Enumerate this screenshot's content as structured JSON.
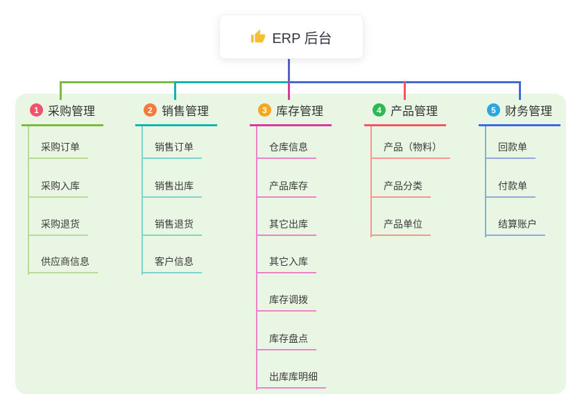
{
  "root": {
    "icon": "thumbs-up-icon",
    "label": "ERP 后台"
  },
  "colors": {
    "page_bg": "#ffffff",
    "panel_bg": "#e9f6e3",
    "card_bg": "#ffffff",
    "text": "#333333",
    "root_connector": "#5560c8",
    "bus_blue": "#4468d2",
    "thumb_yellow": "#f5bf33"
  },
  "branches": [
    {
      "badge": "1",
      "badge_color": "#f4516c",
      "title": "采购管理",
      "line_color": "#7cb93f",
      "child_line_color": "#b7da94",
      "children": [
        "采购订单",
        "采购入库",
        "采购退货",
        "供应商信息"
      ]
    },
    {
      "badge": "2",
      "badge_color": "#f57a3d",
      "title": "销售管理",
      "line_color": "#14b3ae",
      "child_line_color": "#7ed2cb",
      "children": [
        "销售订单",
        "销售出库",
        "销售退货",
        "客户信息"
      ]
    },
    {
      "badge": "3",
      "badge_color": "#f7a61d",
      "title": "库存管理",
      "line_color": "#d63a9e",
      "child_line_color": "#ee82c4",
      "children": [
        "仓库信息",
        "产品库存",
        "其它出库",
        "其它入库",
        "库存调拨",
        "库存盘点",
        "出库库明细"
      ]
    },
    {
      "badge": "4",
      "badge_color": "#2cb955",
      "title": "产品管理",
      "line_color": "#f4545f",
      "child_line_color": "#f8948d",
      "children": [
        "产品（物料）",
        "产品分类",
        "产品单位"
      ]
    },
    {
      "badge": "5",
      "badge_color": "#2ba6e1",
      "title": "财务管理",
      "line_color": "#3f69d6",
      "child_line_color": "#92a7dd",
      "children": [
        "回款单",
        "付款单",
        "结算账户"
      ]
    }
  ]
}
